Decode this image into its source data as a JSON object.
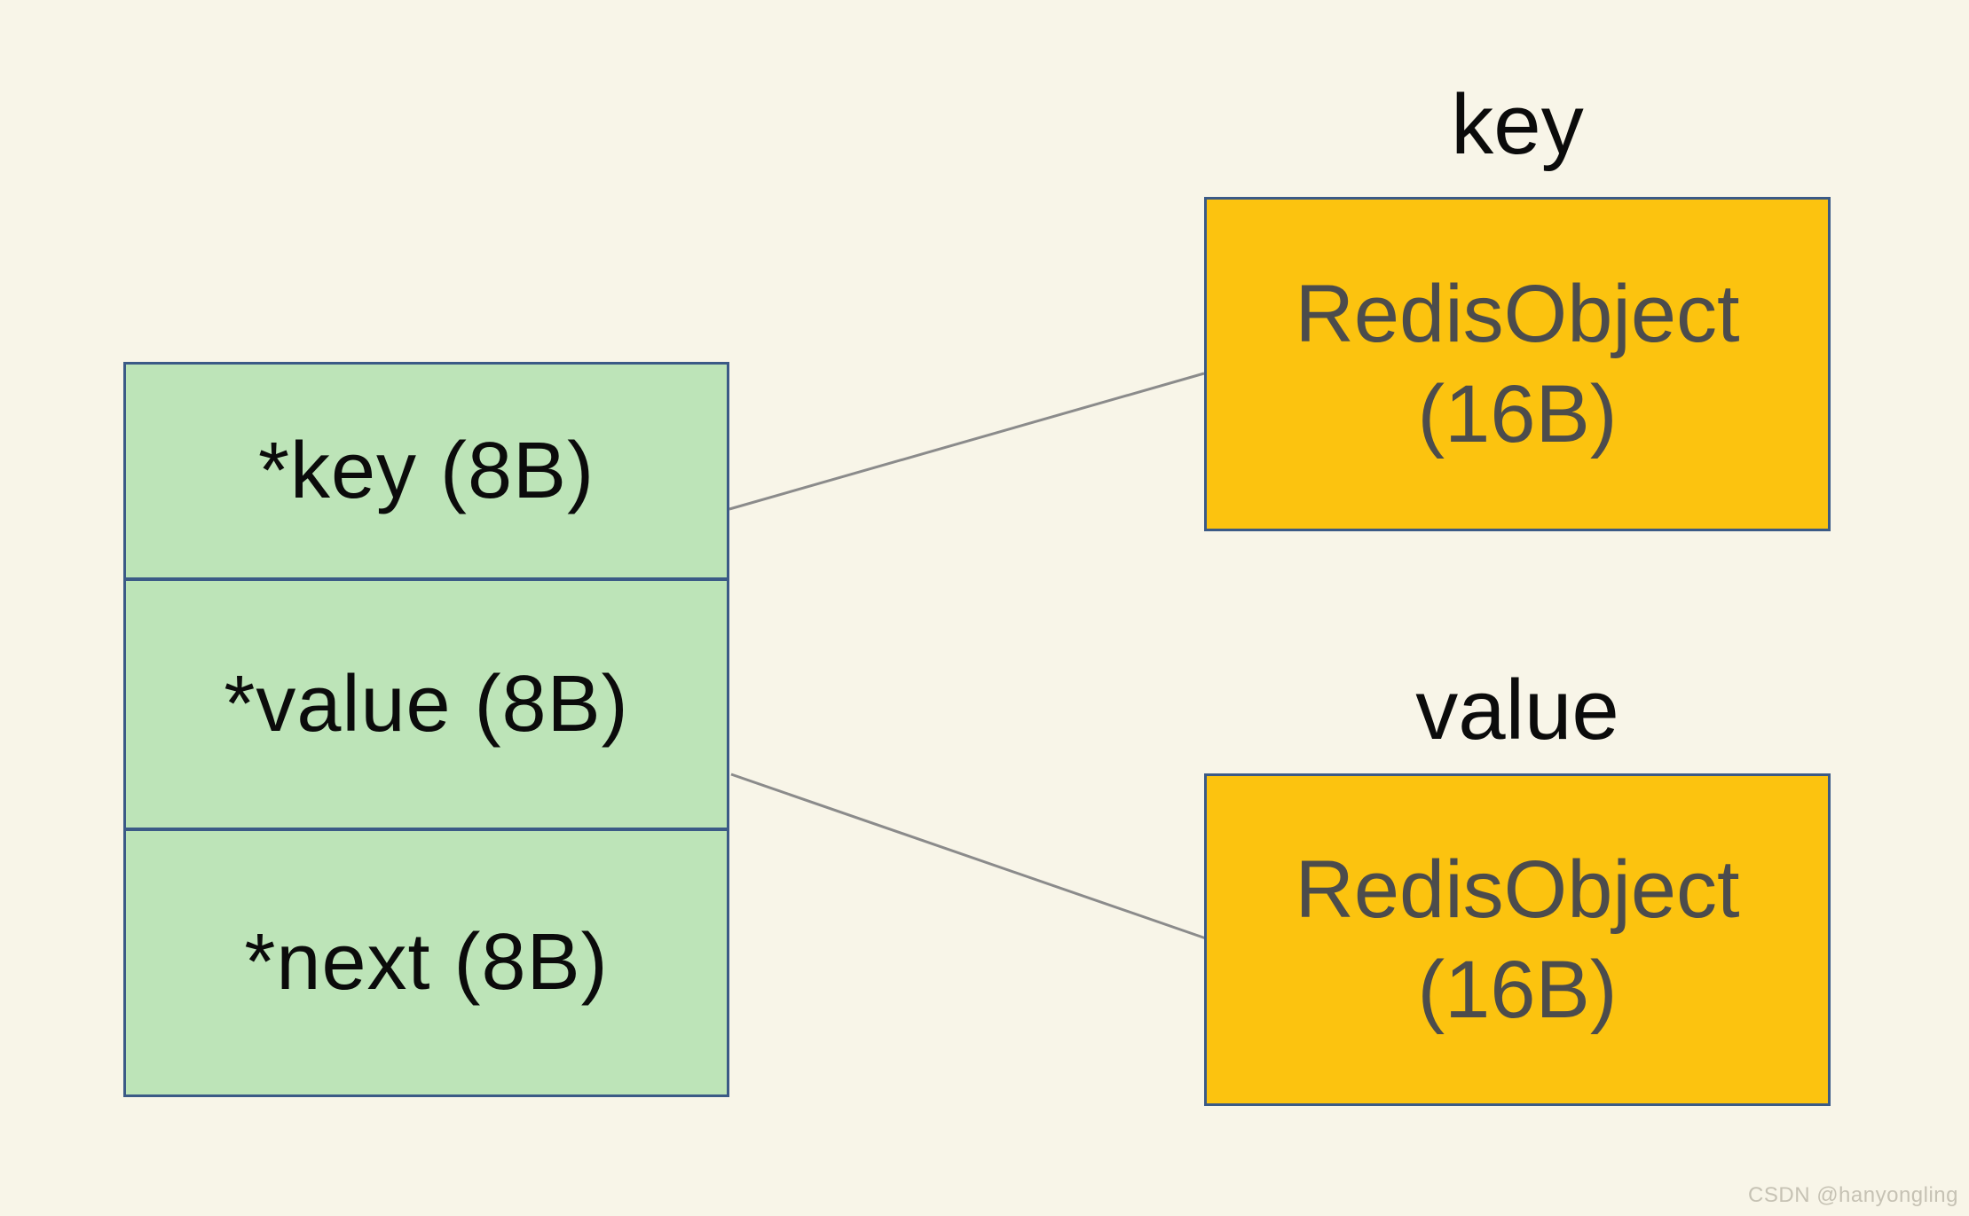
{
  "canvas": {
    "background_color": "#f8f5e8"
  },
  "dict_entry": {
    "fill_color": "#bde4b8",
    "border_color": "#3b5a86",
    "text_color": "#0b0b0b",
    "rows": [
      {
        "label": "*key (8B)"
      },
      {
        "label": "*value (8B)"
      },
      {
        "label": "*next (8B)"
      }
    ]
  },
  "key_object": {
    "label": "key",
    "name": "RedisObject",
    "size": "(16B)"
  },
  "value_object": {
    "label": "value",
    "name": "RedisObject",
    "size": "(16B)"
  },
  "object_style": {
    "fill_color": "#fcc30f",
    "border_color": "#3b5a86",
    "text_color": "#4c4c4c"
  },
  "connectors": {
    "color": "#8b8b8b"
  },
  "watermark": {
    "text": "CSDN @hanyongling",
    "color": "#c6c2b4"
  }
}
